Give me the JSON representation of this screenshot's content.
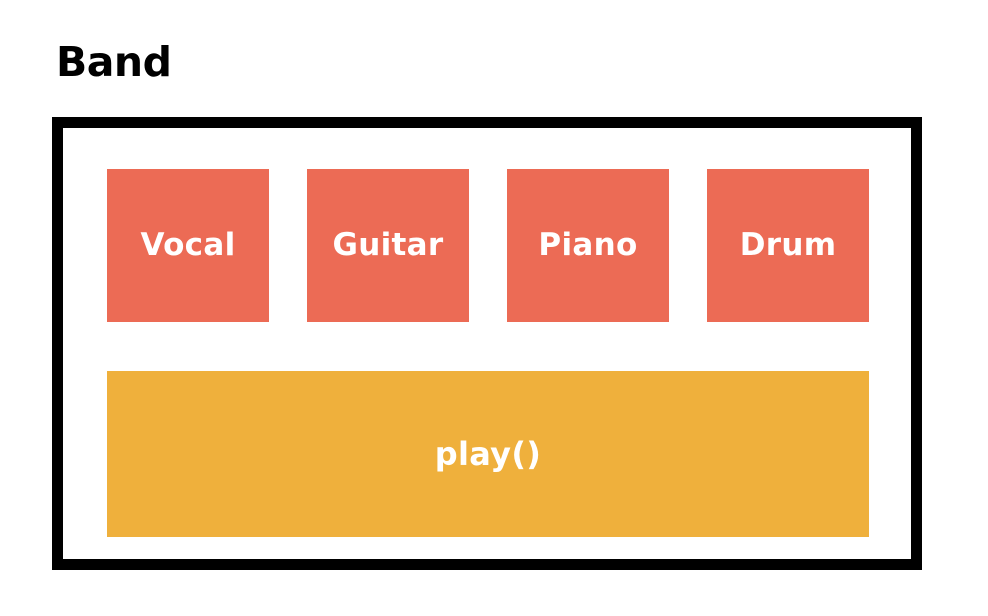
{
  "diagram": {
    "kind": "class-composition-diagram",
    "title": "Band",
    "container": {
      "name": "band-container",
      "border_color": "#000000",
      "background_color": "#FFFFFF"
    },
    "members": {
      "fill_color": "#EC6B55",
      "text_color": "#FFFFFF",
      "items": [
        {
          "label": "Vocal"
        },
        {
          "label": "Guitar"
        },
        {
          "label": "Piano"
        },
        {
          "label": "Drum"
        }
      ]
    },
    "methods": {
      "fill_color": "#EFB03C",
      "text_color": "#FFFFFF",
      "items": [
        {
          "label": "play()"
        }
      ]
    },
    "canvas_background": "#FFFFFF"
  }
}
